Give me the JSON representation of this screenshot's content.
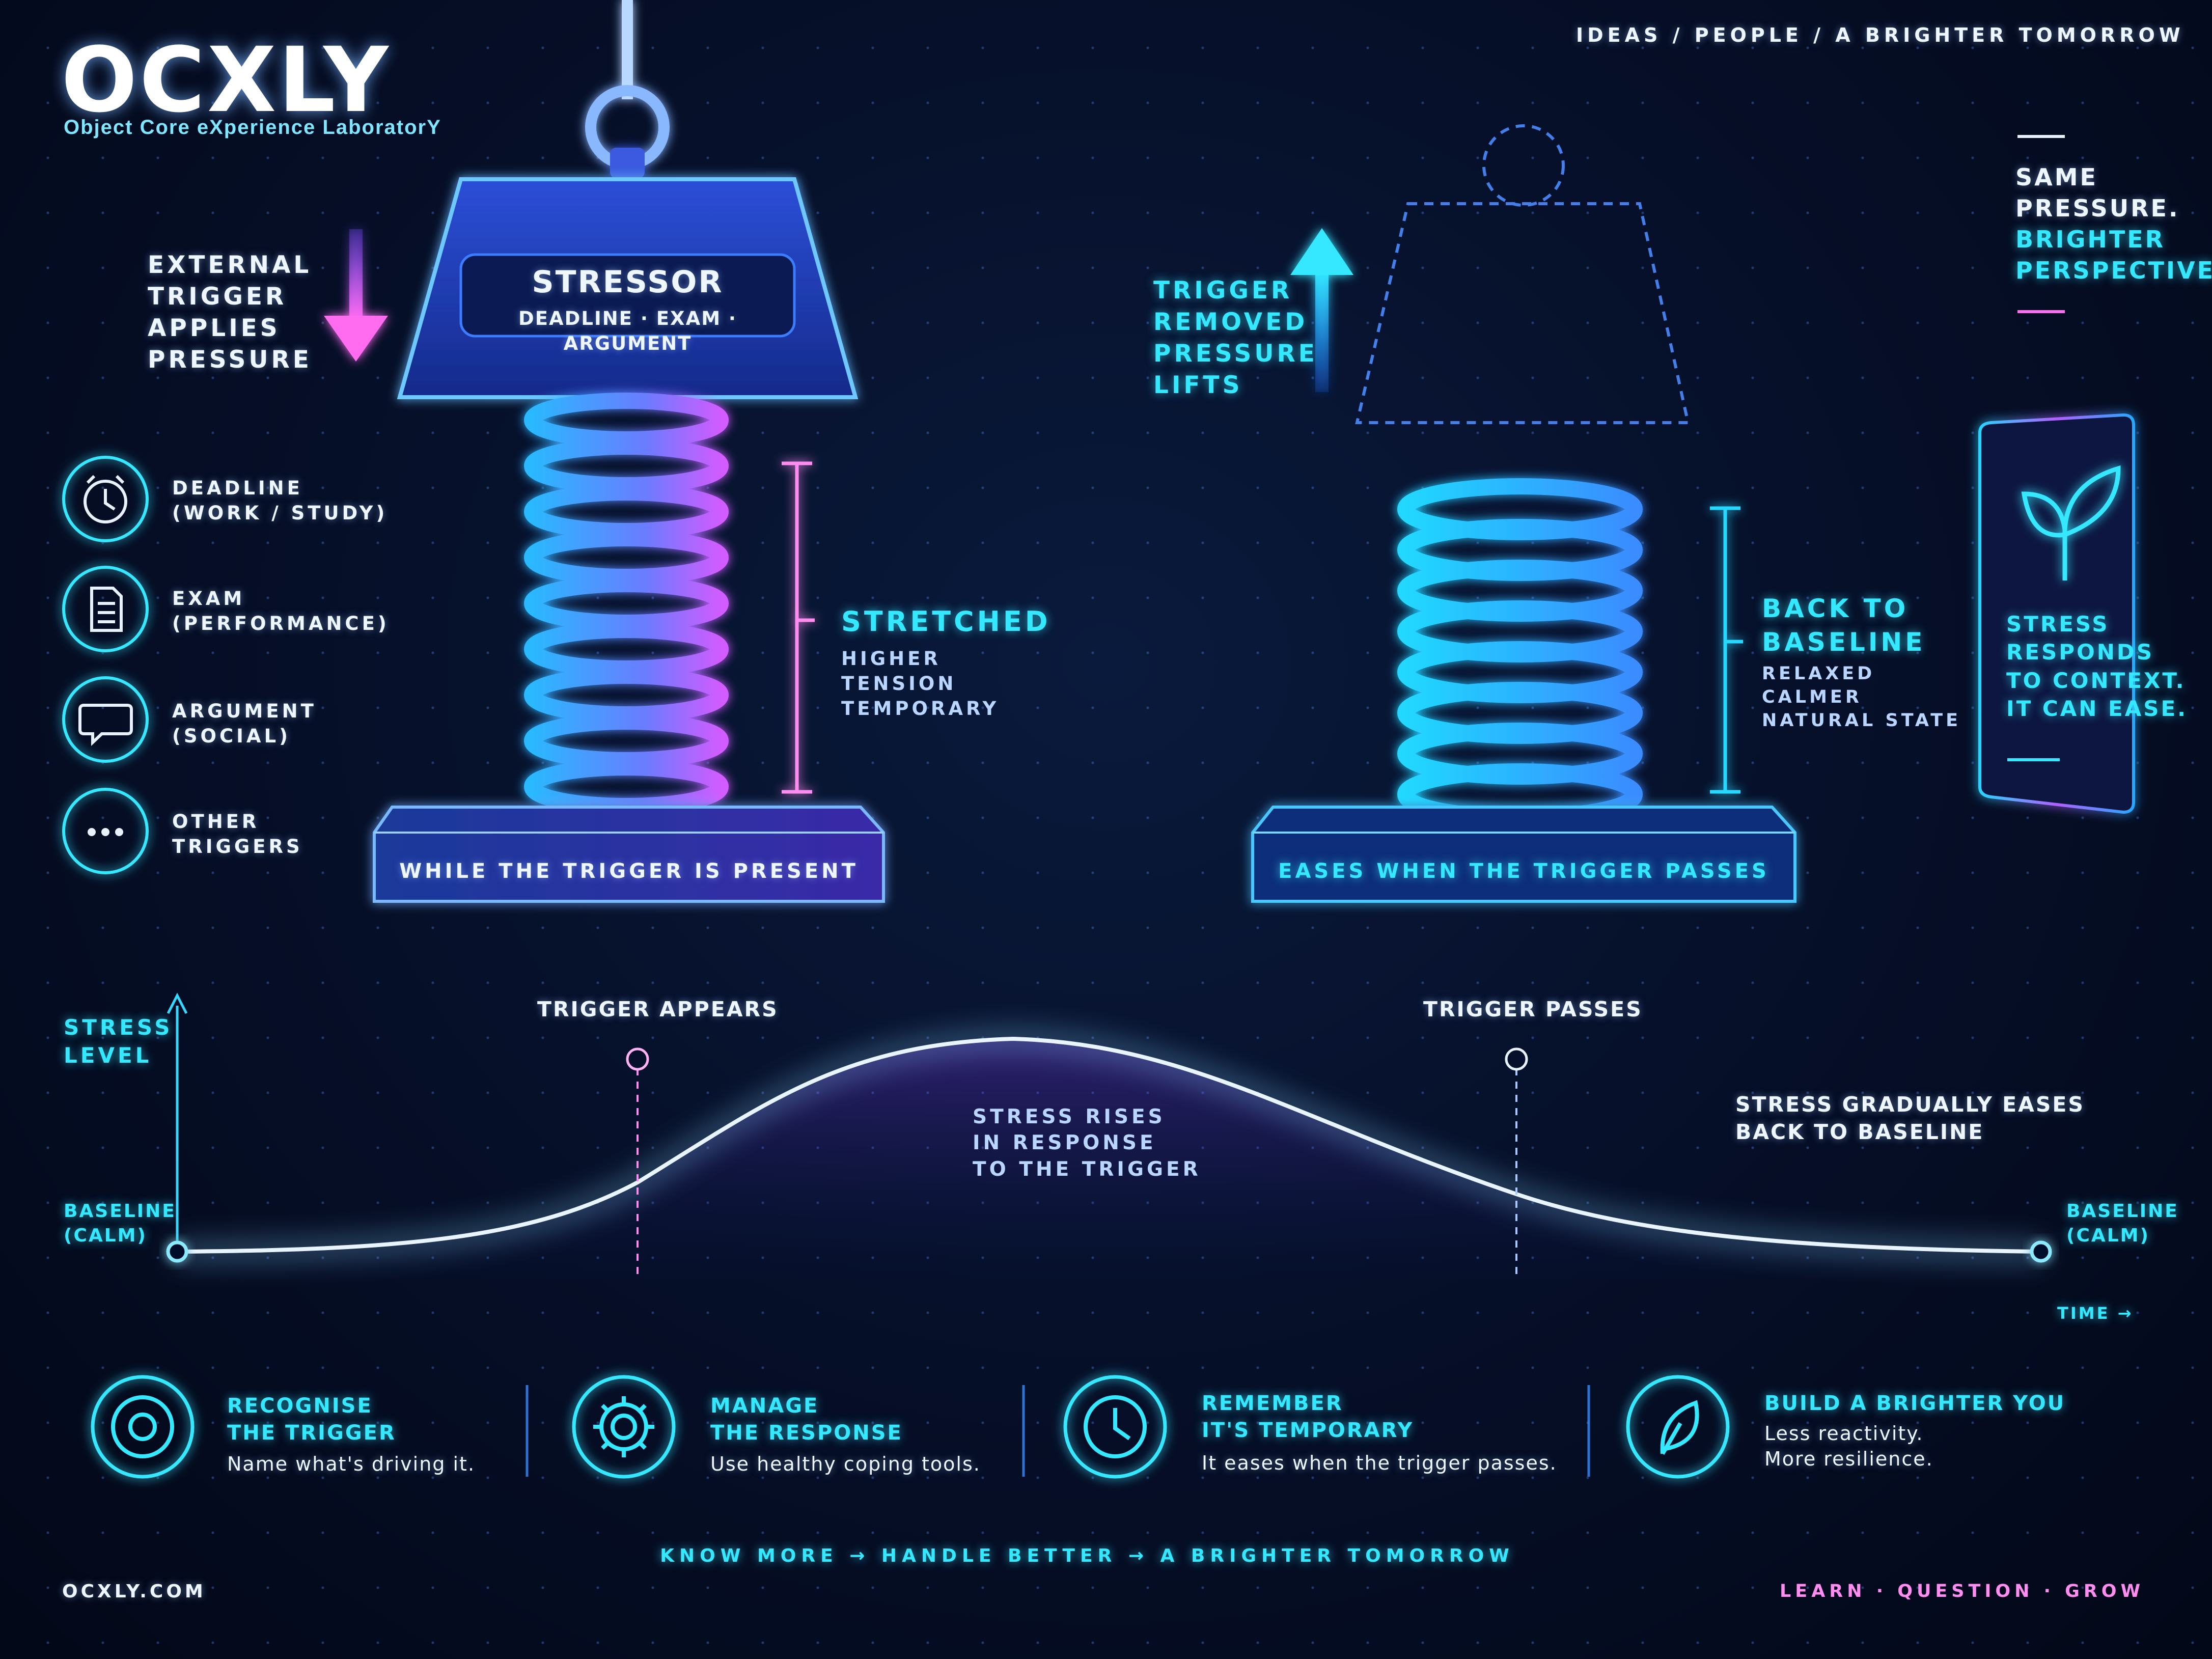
{
  "brand": {
    "logo": "OCXLY",
    "tagline": "Object Core eXperience LaboratorY"
  },
  "nav": "IDEAS  /  PEOPLE  /  A BRIGHTER TOMORROW",
  "left_panel": {
    "external": "EXTERNAL\nTRIGGER\nAPPLIES\nPRESSURE",
    "stressor_title": "STRESSOR",
    "stressor_sub": "DEADLINE · EXAM · ARGUMENT",
    "triggers": [
      {
        "label": "DEADLINE\n(WORK / STUDY)",
        "icon": "clock-icon"
      },
      {
        "label": "EXAM\n(PERFORMANCE)",
        "icon": "document-icon"
      },
      {
        "label": "ARGUMENT\n(SOCIAL)",
        "icon": "speech-bubble-icon"
      },
      {
        "label": "OTHER\nTRIGGERS",
        "icon": "more-icon"
      }
    ],
    "stretched": "STRETCHED",
    "stretched_sub": "HIGHER\nTENSION\nTEMPORARY",
    "base_label": "WHILE THE TRIGGER IS PRESENT"
  },
  "right_panel": {
    "removed": "TRIGGER\nREMOVED\nPRESSURE\nLIFTS",
    "baseline": "BACK TO\nBASELINE",
    "baseline_sub": "RELAXED\nCALMER\nNATURAL STATE",
    "base_label": "EASES WHEN THE TRIGGER PASSES"
  },
  "side": {
    "top_1": "SAME\nPRESSURE.",
    "top_2": "BRIGHTER\nPERSPECTIVE.",
    "card": "STRESS\nRESPONDS\nTO CONTEXT.\nIT CAN EASE."
  },
  "graph": {
    "ylabel": "STRESS\nLEVEL",
    "baseline_left": "BASELINE\n(CALM)",
    "baseline_right": "BASELINE\n(CALM)",
    "trigger_appears": "TRIGGER APPEARS",
    "trigger_passes": "TRIGGER PASSES",
    "rise": "STRESS RISES\nIN RESPONSE\nTO THE TRIGGER",
    "ease": "STRESS GRADUALLY EASES\nBACK TO BASELINE",
    "time": "TIME  →"
  },
  "steps": [
    {
      "title": "RECOGNISE\nTHE TRIGGER",
      "desc": "Name what's driving it.",
      "icon": "target-icon"
    },
    {
      "title": "MANAGE\nTHE RESPONSE",
      "desc": "Use healthy coping tools.",
      "icon": "gear-icon"
    },
    {
      "title": "REMEMBER\nIT'S TEMPORARY",
      "desc": "It eases when the trigger passes.",
      "icon": "clock-icon"
    },
    {
      "title": "BUILD A BRIGHTER YOU",
      "desc": "Less reactivity.\nMore resilience.",
      "icon": "leaf-icon"
    }
  ],
  "footer": {
    "tagline": "KNOW MORE   →   HANDLE BETTER   →   A BRIGHTER TOMORROW",
    "site": "OCXLY.COM",
    "right": "LEARN  ·  QUESTION  ·  GROW"
  }
}
